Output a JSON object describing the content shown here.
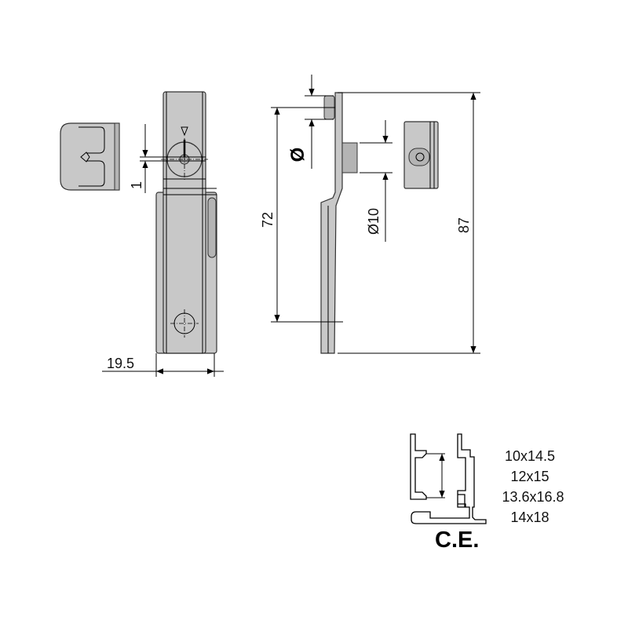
{
  "dimensions": {
    "offset": "1",
    "width": "19.5",
    "hole_symbol": "Ø",
    "hole_spacing": "72",
    "pin_diameter": "Ø10",
    "total_length": "87"
  },
  "profile": {
    "sizes": [
      "10x14.5",
      "12x15",
      "13.6x16.8",
      "14x18"
    ],
    "label": "C.E."
  },
  "colors": {
    "part": "#c8c8c8",
    "line": "#000000"
  }
}
